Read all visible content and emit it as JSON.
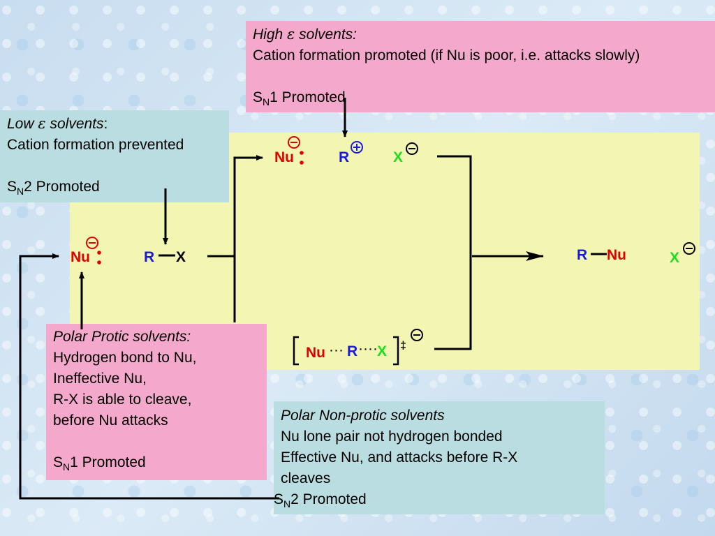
{
  "high_box": {
    "title_pre": "High ",
    "title_sym": "ε",
    "title_post": " solvents:",
    "line1": "Cation formation promoted (if Nu is poor, i.e. attacks slowly)",
    "sn_s": "S",
    "sn_n": "N",
    "sn_rest": "1 Promoted"
  },
  "low_box": {
    "title_pre": "Low ",
    "title_sym": "ε",
    "title_post": " solvents",
    "colon": ":",
    "line1": "Cation formation prevented",
    "sn_s": "S",
    "sn_n": "N",
    "sn_rest": "2 Promoted"
  },
  "protic_box": {
    "title": "Polar Protic solvents:",
    "line1": "Hydrogen bond to Nu,",
    "line2": "Ineffective Nu,",
    "line3": "R-X is able to cleave,",
    "line4": "before Nu attacks",
    "sn_s": "S",
    "sn_n": "N",
    "sn_rest": "1 Promoted"
  },
  "nonprotic_box": {
    "title": "Polar Non-protic solvents",
    "line1": "Nu lone pair not hydrogen bonded",
    "line2": "Effective Nu, and attacks before R-X",
    "line3": "cleaves",
    "sn_s": "S",
    "sn_n": "N",
    "sn_rest": "2 Promoted"
  },
  "species": {
    "nu": "Nu",
    "r": "R",
    "x": "X",
    "dagger": "‡",
    "dots1": "···",
    "dots2": "····"
  },
  "colors": {
    "nucleophile": "#e00000",
    "carbon_group": "#1a1adc",
    "leaving_group": "#22dd22",
    "pink_box": "#f4a9cc",
    "teal_box": "#b9dde0",
    "yellow_panel": "#f3f6b2"
  },
  "icons": [
    "minus-charge-icon",
    "plus-charge-icon",
    "lone-pair-icon",
    "arrow-icon"
  ]
}
